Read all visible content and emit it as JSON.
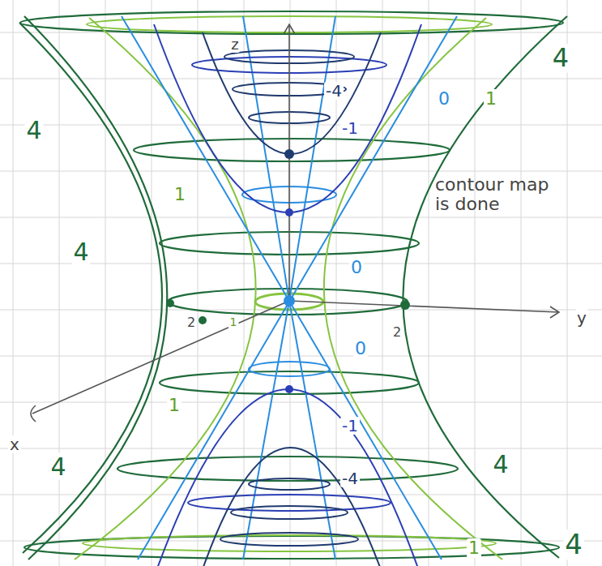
{
  "diagram": {
    "labels": [
      "z",
      "4",
      "-4",
      "-1",
      "0",
      "1",
      "4",
      "1",
      "contour map is done",
      "0",
      "4",
      "2",
      "y",
      "2",
      "1",
      "0",
      "x",
      "4",
      "1",
      "-1",
      "4",
      "-4",
      "1",
      "4"
    ]
  }
}
